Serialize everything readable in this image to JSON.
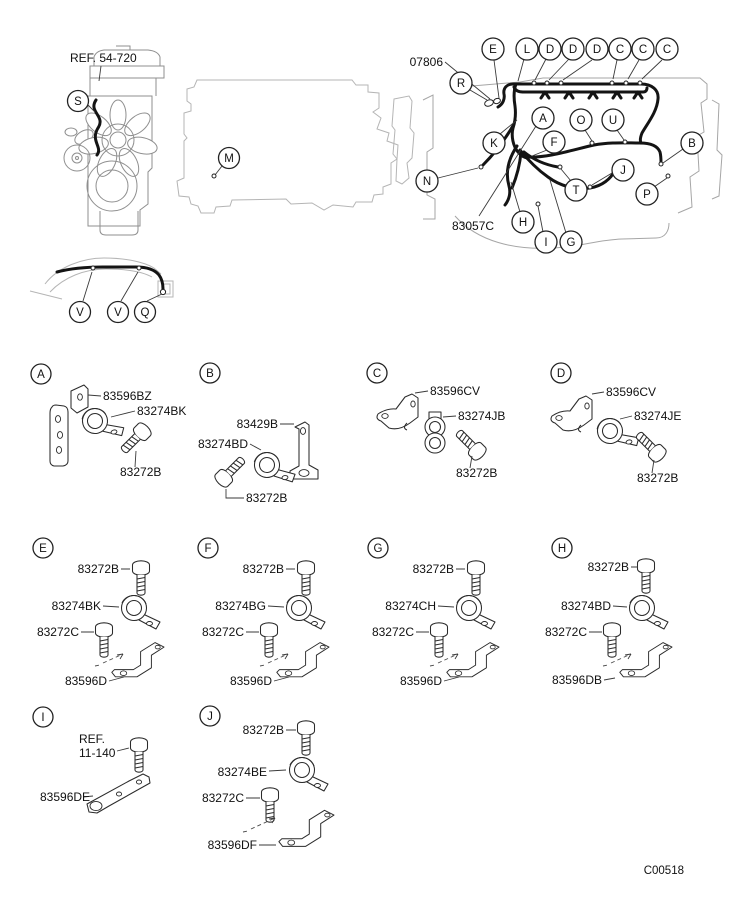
{
  "page": {
    "drawing_code": "C00518"
  },
  "colors": {
    "line": "#141414",
    "engine_outline": "#b5b5b5",
    "background": "#ffffff"
  },
  "overview": {
    "front_ref": "REF. 54-720",
    "connector_label": "07806",
    "harness_label": "83057C",
    "balloons": {
      "front": "S",
      "side": "M",
      "top_row": [
        "E",
        "L",
        "D",
        "D",
        "D",
        "C",
        "C",
        "C"
      ],
      "harness": [
        "R",
        "K",
        "A",
        "F",
        "O",
        "U",
        "B",
        "N",
        "T",
        "J",
        "P",
        "H",
        "I",
        "G"
      ],
      "cowl": [
        "V",
        "V",
        "Q"
      ]
    }
  },
  "groups": [
    {
      "letter": "A",
      "labels": [
        "83596BZ",
        "83274BK",
        "83272B"
      ]
    },
    {
      "letter": "B",
      "labels": [
        "83429B",
        "83274BD",
        "83272B"
      ]
    },
    {
      "letter": "C",
      "labels": [
        "83596CV",
        "83274JB",
        "83272B"
      ]
    },
    {
      "letter": "D",
      "labels": [
        "83596CV",
        "83274JE",
        "83272B"
      ]
    },
    {
      "letter": "E",
      "labels": [
        "83272B",
        "83274BK",
        "83272C",
        "83596D"
      ]
    },
    {
      "letter": "F",
      "labels": [
        "83272B",
        "83274BG",
        "83272C",
        "83596D"
      ]
    },
    {
      "letter": "G",
      "labels": [
        "83272B",
        "83274CH",
        "83272C",
        "83596D"
      ]
    },
    {
      "letter": "H",
      "labels": [
        "83272B",
        "83274BD",
        "83272C",
        "83596DB"
      ]
    },
    {
      "letter": "I",
      "labels": [
        "REF.",
        "11-140",
        "83596DE"
      ]
    },
    {
      "letter": "J",
      "labels": [
        "83272B",
        "83274BE",
        "83272C",
        "83596DF"
      ]
    }
  ]
}
